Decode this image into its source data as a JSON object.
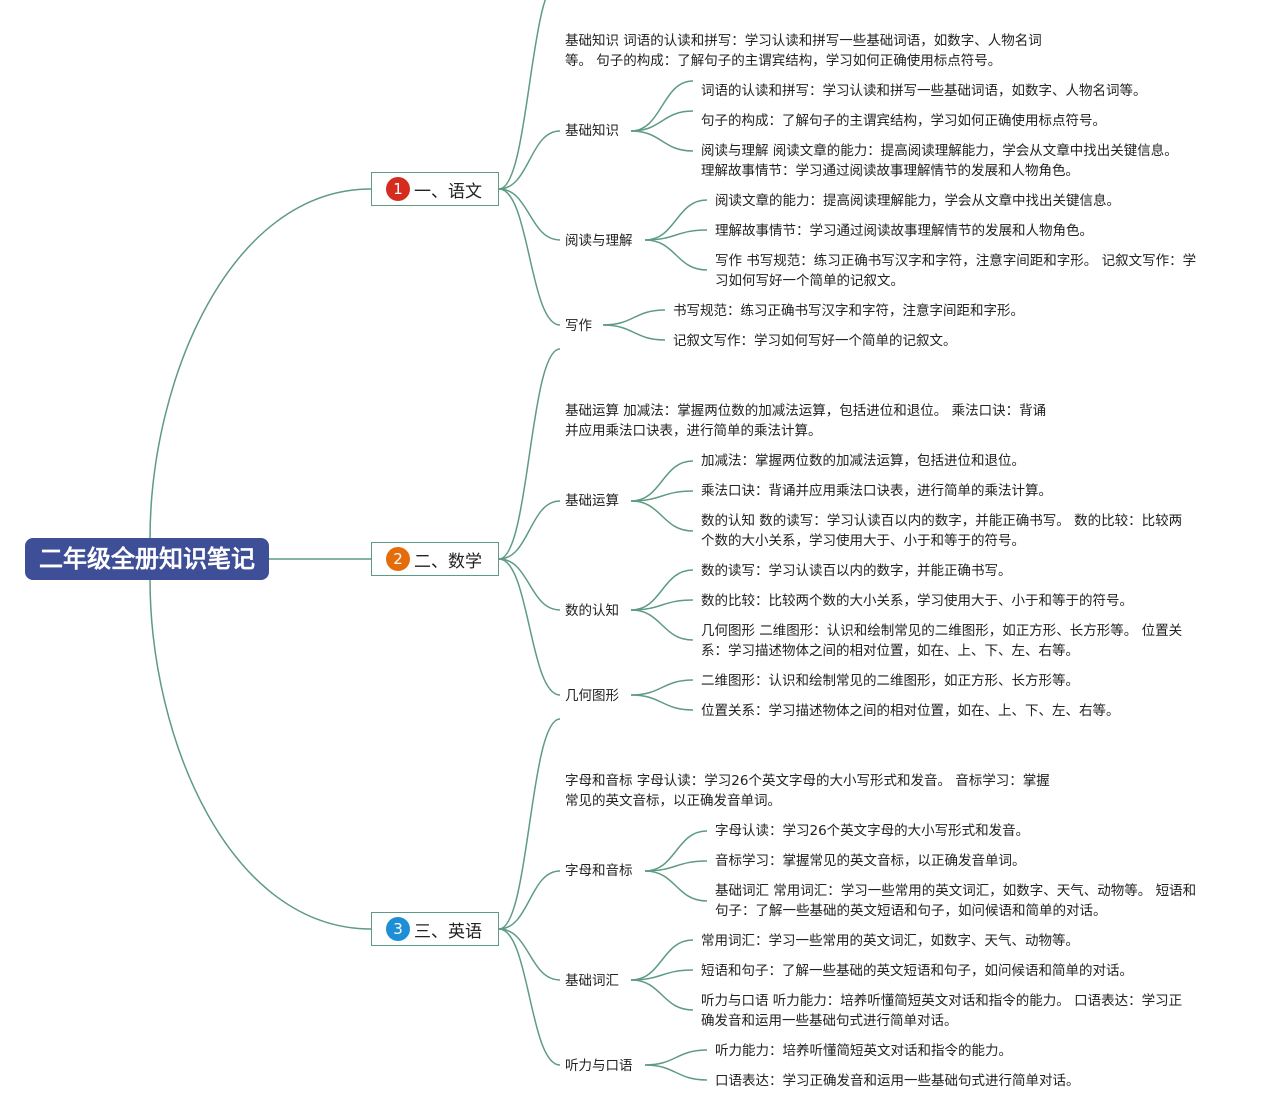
{
  "root": {
    "label": "二年级全册知识笔记"
  },
  "colors": {
    "root_fill": "#3f4f97",
    "line": "#5e9b83",
    "badge_1": "#d42c1f",
    "badge_2": "#e46c0a",
    "badge_3": "#1e8fd6"
  },
  "branches": [
    {
      "number": "1",
      "label": "一、语文",
      "summary": [
        "基础知识 词语的认读和拼写：学习认读和拼写一些基础词语，如数字、人物名词",
        "等。 句子的构成：了解句子的主谓宾结构，学习如何正确使用标点符号。"
      ],
      "topics": [
        {
          "label": "基础知识",
          "items": [
            [
              "词语的认读和拼写：学习认读和拼写一些基础词语，如数字、人物名词等。"
            ],
            [
              "句子的构成：了解句子的主谓宾结构，学习如何正确使用标点符号。"
            ],
            [
              "阅读与理解 阅读文章的能力：提高阅读理解能力，学会从文章中找出关键信息。",
              "理解故事情节：学习通过阅读故事理解情节的发展和人物角色。"
            ]
          ]
        },
        {
          "label": "阅读与理解",
          "items": [
            [
              "阅读文章的能力：提高阅读理解能力，学会从文章中找出关键信息。"
            ],
            [
              "理解故事情节：学习通过阅读故事理解情节的发展和人物角色。"
            ],
            [
              "写作 书写规范：练习正确书写汉字和字符，注意字间距和字形。 记叙文写作：学",
              "习如何写好一个简单的记叙文。"
            ]
          ]
        },
        {
          "label": "写作",
          "items": [
            [
              "书写规范：练习正确书写汉字和字符，注意字间距和字形。"
            ],
            [
              "记叙文写作：学习如何写好一个简单的记叙文。"
            ]
          ]
        }
      ]
    },
    {
      "number": "2",
      "label": "二、数学",
      "summary": [
        "基础运算 加减法：掌握两位数的加减法运算，包括进位和退位。 乘法口诀：背诵",
        "并应用乘法口诀表，进行简单的乘法计算。"
      ],
      "topics": [
        {
          "label": "基础运算",
          "items": [
            [
              "加减法：掌握两位数的加减法运算，包括进位和退位。"
            ],
            [
              "乘法口诀：背诵并应用乘法口诀表，进行简单的乘法计算。"
            ],
            [
              "数的认知 数的读写：学习认读百以内的数字，并能正确书写。 数的比较：比较两",
              "个数的大小关系，学习使用大于、小于和等于的符号。"
            ]
          ]
        },
        {
          "label": "数的认知",
          "items": [
            [
              "数的读写：学习认读百以内的数字，并能正确书写。"
            ],
            [
              "数的比较：比较两个数的大小关系，学习使用大于、小于和等于的符号。"
            ],
            [
              "几何图形 二维图形：认识和绘制常见的二维图形，如正方形、长方形等。 位置关",
              "系：学习描述物体之间的相对位置，如在、上、下、左、右等。"
            ]
          ]
        },
        {
          "label": "几何图形",
          "items": [
            [
              "二维图形：认识和绘制常见的二维图形，如正方形、长方形等。"
            ],
            [
              "位置关系：学习描述物体之间的相对位置，如在、上、下、左、右等。"
            ]
          ]
        }
      ]
    },
    {
      "number": "3",
      "label": "三、英语",
      "summary": [
        "字母和音标 字母认读：学习26个英文字母的大小写形式和发音。 音标学习：掌握",
        "常见的英文音标，以正确发音单词。"
      ],
      "topics": [
        {
          "label": "字母和音标",
          "items": [
            [
              "字母认读：学习26个英文字母的大小写形式和发音。"
            ],
            [
              "音标学习：掌握常见的英文音标，以正确发音单词。"
            ],
            [
              "基础词汇 常用词汇：学习一些常用的英文词汇，如数字、天气、动物等。 短语和",
              "句子：了解一些基础的英文短语和句子，如问候语和简单的对话。"
            ]
          ]
        },
        {
          "label": "基础词汇",
          "items": [
            [
              "常用词汇：学习一些常用的英文词汇，如数字、天气、动物等。"
            ],
            [
              "短语和句子：了解一些基础的英文短语和句子，如问候语和简单的对话。"
            ],
            [
              "听力与口语 听力能力：培养听懂简短英文对话和指令的能力。 口语表达：学习正",
              "确发音和运用一些基础句式进行简单对话。"
            ]
          ]
        },
        {
          "label": "听力与口语",
          "items": [
            [
              "听力能力：培养听懂简短英文对话和指令的能力。"
            ],
            [
              "口语表达：学习正确发音和运用一些基础句式进行简单对话。"
            ]
          ]
        }
      ]
    }
  ]
}
